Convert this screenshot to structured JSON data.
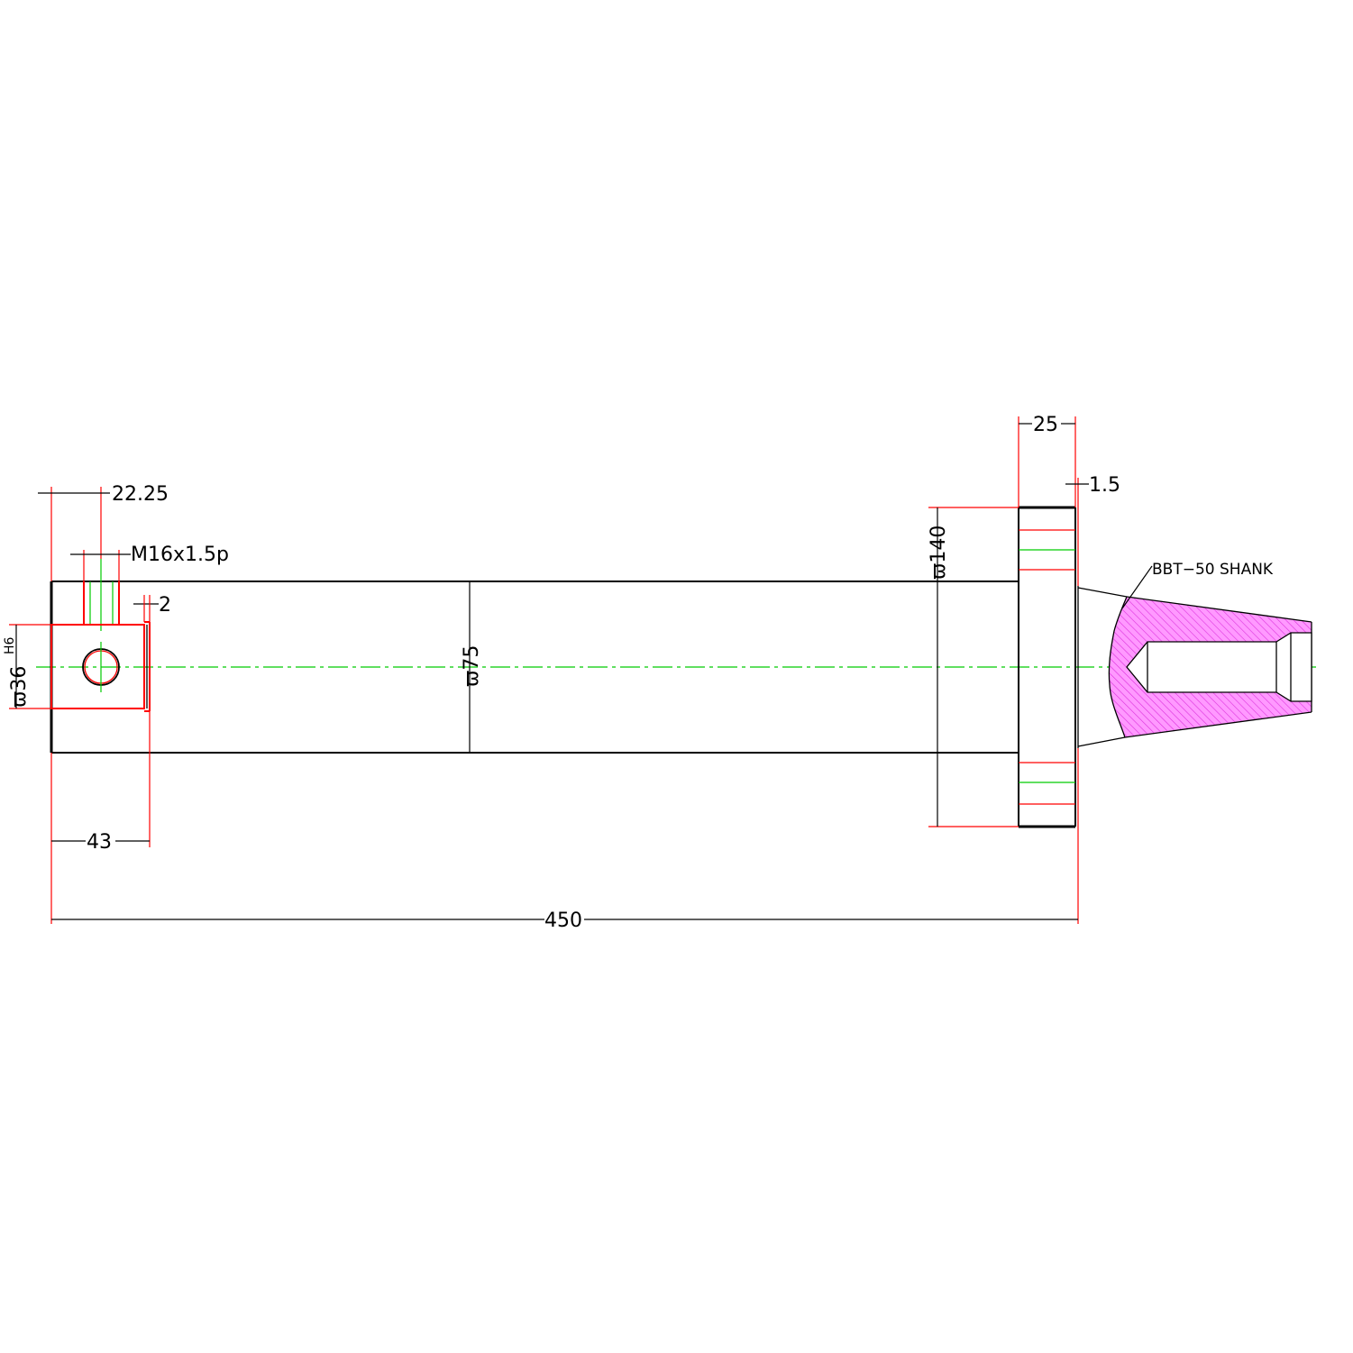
{
  "dimensions": {
    "bore_offset": "22.25",
    "thread": "M16x1.5p",
    "shoulder": "2",
    "bore_dia": "ϖ36",
    "bore_tol": "H6",
    "shaft_dia": "ϖ75",
    "flange_dia": "ϖ140",
    "flange_width": "25",
    "flange_offset": "1.5",
    "end_length": "43",
    "overall_length": "450"
  },
  "notes": {
    "shank": "BBT−50  SHANK"
  },
  "colors": {
    "object": "#000000",
    "dimension": "#ff0000",
    "centerline": "#00cc00",
    "hatch": "#ff33ff"
  }
}
